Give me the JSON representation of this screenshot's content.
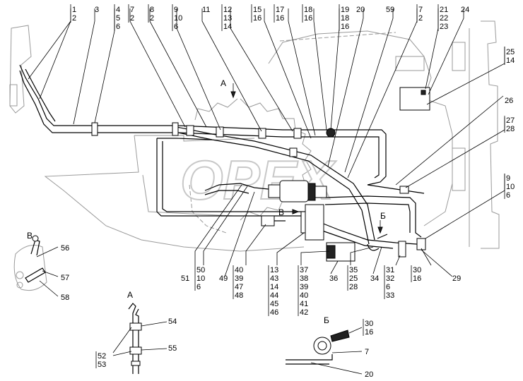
{
  "watermark": "OPEX",
  "views": {
    "a": "А",
    "b": "Б",
    "v": "В"
  },
  "callouts": {
    "top": [
      {
        "id": "t1",
        "lines": [
          "1",
          "2"
        ]
      },
      {
        "id": "t2",
        "lines": [
          "3"
        ]
      },
      {
        "id": "t3",
        "lines": [
          "4",
          "5",
          "6"
        ]
      },
      {
        "id": "t4",
        "lines": [
          "7",
          "2"
        ]
      },
      {
        "id": "t5",
        "lines": [
          "8",
          "2"
        ]
      },
      {
        "id": "t6",
        "lines": [
          "9",
          "10",
          "6"
        ]
      },
      {
        "id": "t7",
        "lines": [
          "11"
        ]
      },
      {
        "id": "t8",
        "lines": [
          "12",
          "13",
          "14"
        ]
      },
      {
        "id": "t9",
        "lines": [
          "15",
          "16"
        ]
      },
      {
        "id": "t10",
        "lines": [
          "17",
          "16"
        ]
      },
      {
        "id": "t11",
        "lines": [
          "18",
          "16"
        ]
      },
      {
        "id": "t12",
        "lines": [
          "19",
          "18",
          "16"
        ]
      },
      {
        "id": "t13",
        "lines": [
          "20"
        ]
      },
      {
        "id": "t14",
        "lines": [
          "59"
        ]
      },
      {
        "id": "t15",
        "lines": [
          "7",
          "2"
        ]
      },
      {
        "id": "t16",
        "lines": [
          "21",
          "22",
          "23"
        ]
      },
      {
        "id": "t17",
        "lines": [
          "24"
        ]
      }
    ],
    "right": [
      {
        "id": "r1",
        "lines": [
          "25",
          "14"
        ]
      },
      {
        "id": "r2",
        "lines": [
          "26"
        ]
      },
      {
        "id": "r3",
        "lines": [
          "27",
          "28"
        ]
      },
      {
        "id": "r4",
        "lines": [
          "9",
          "10",
          "6"
        ]
      },
      {
        "id": "r5",
        "lines": [
          "29"
        ]
      }
    ],
    "bottom": [
      {
        "id": "b1",
        "lines": [
          "51"
        ]
      },
      {
        "id": "b2",
        "lines": [
          "50",
          "10",
          "6"
        ]
      },
      {
        "id": "b3",
        "lines": [
          "49"
        ]
      },
      {
        "id": "b4",
        "lines": [
          "40",
          "39",
          "47",
          "48"
        ]
      },
      {
        "id": "b5",
        "lines": [
          "13",
          "43",
          "14",
          "44",
          "45",
          "46"
        ]
      },
      {
        "id": "b6",
        "lines": [
          "37",
          "38",
          "39",
          "40",
          "41",
          "42"
        ]
      },
      {
        "id": "b7",
        "lines": [
          "36"
        ]
      },
      {
        "id": "b8",
        "lines": [
          "35",
          "25",
          "28"
        ]
      },
      {
        "id": "b9",
        "lines": [
          "34"
        ]
      },
      {
        "id": "b10",
        "lines": [
          "31",
          "32",
          "6",
          "33"
        ]
      },
      {
        "id": "b11",
        "lines": [
          "30",
          "16"
        ]
      }
    ],
    "view_v": [
      {
        "id": "v1",
        "lines": [
          "56"
        ]
      },
      {
        "id": "v2",
        "lines": [
          "57"
        ]
      },
      {
        "id": "v3",
        "lines": [
          "58"
        ]
      }
    ],
    "view_a": [
      {
        "id": "a1",
        "lines": [
          "54"
        ]
      },
      {
        "id": "a2",
        "lines": [
          "55"
        ]
      },
      {
        "id": "a3",
        "lines": [
          "52",
          "53"
        ]
      }
    ],
    "view_b": [
      {
        "id": "bb1",
        "lines": [
          "30",
          "16"
        ]
      },
      {
        "id": "bb2",
        "lines": [
          "7"
        ]
      },
      {
        "id": "bb3",
        "lines": [
          "20"
        ]
      }
    ]
  }
}
